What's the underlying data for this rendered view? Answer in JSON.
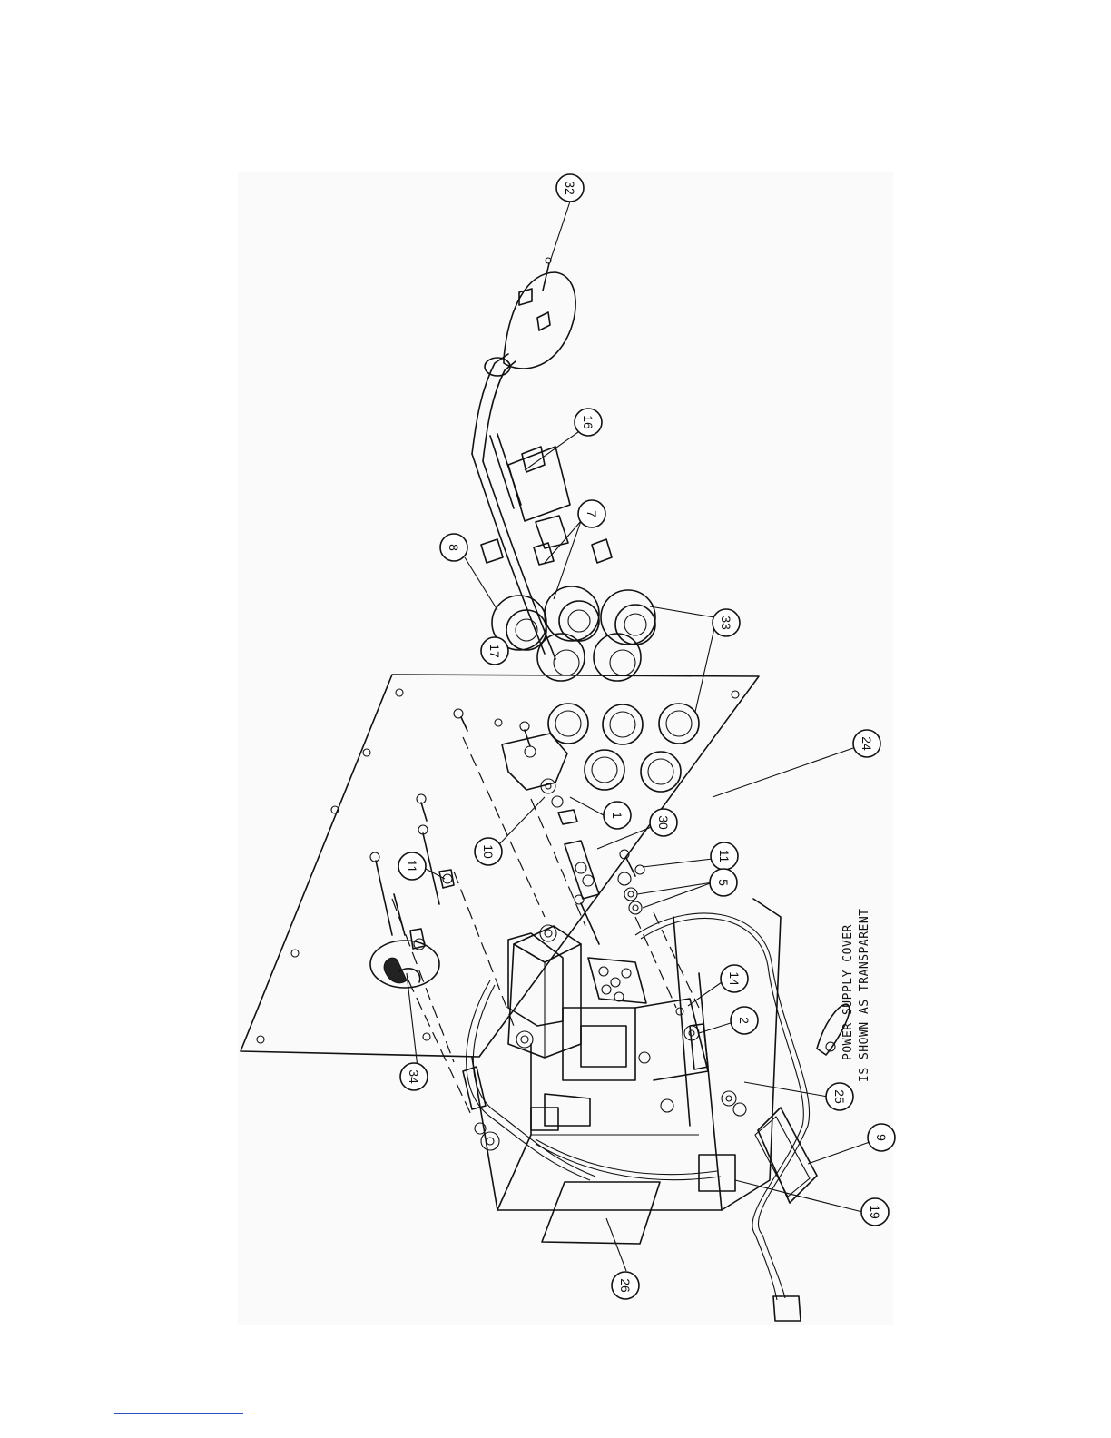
{
  "callouts": {
    "c32": "32",
    "c16": "16",
    "c7": "7",
    "c8": "8",
    "c17": "17",
    "c33": "33",
    "c24": "24",
    "c1": "1",
    "c30": "30",
    "c10": "10",
    "c11a": "11",
    "c11b": "11",
    "c5": "5",
    "c14": "14",
    "c2": "2",
    "c34": "34",
    "c25": "25",
    "c9": "9",
    "c19": "19",
    "c26": "26"
  },
  "note": {
    "line1": "POWER SUPPLY COVER",
    "line2": "IS SHOWN AS TRANSPARENT"
  },
  "colors": {
    "ink": "#111111",
    "footer_rule": "#3050c0"
  }
}
